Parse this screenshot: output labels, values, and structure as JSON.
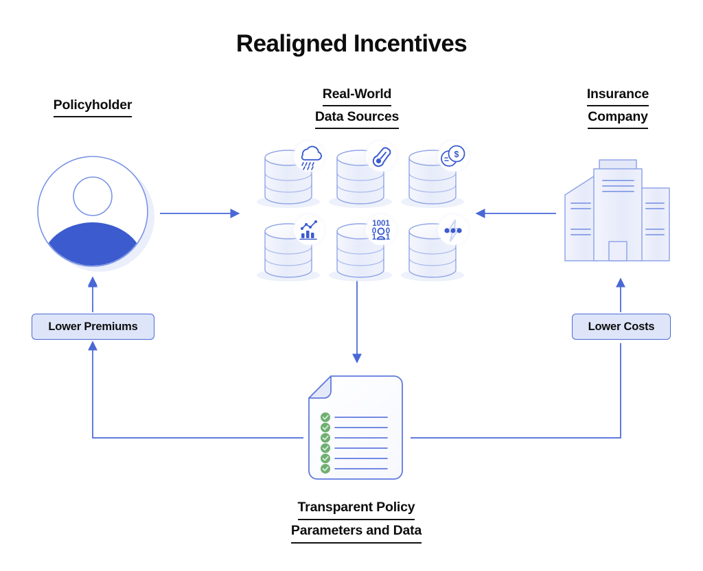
{
  "page": {
    "title": "Realigned Incentives",
    "background": "#ffffff"
  },
  "colors": {
    "accent_blue": "#3B5BCE",
    "line_blue": "#5f79de",
    "soft_blue": "#8fa4e8",
    "pale_fill": "#eef1fb",
    "pill_fill": "#DEE5F9",
    "pill_border": "#4a68d4",
    "check_green": "#6FAF72",
    "text_black": "#0d0d0d"
  },
  "headings": {
    "policyholder": {
      "line1": "Policyholder"
    },
    "data_sources": {
      "line1": "Real-World",
      "line2": "Data Sources"
    },
    "insurance": {
      "line1": "Insurance",
      "line2": "Company"
    }
  },
  "caption": {
    "line1": "Transparent Policy",
    "line2": "Parameters and Data"
  },
  "pills": {
    "lower_premiums": "Lower Premiums",
    "lower_costs": "Lower Costs"
  },
  "nodes": {
    "policyholder_icon": "person-avatar-icon",
    "insurance_icon": "office-building-icon",
    "document_icon": "policy-document-icon"
  },
  "data_sources": {
    "count": 6,
    "items": [
      {
        "id": "weather",
        "icon": "rain-cloud-icon",
        "row": 0,
        "col": 0
      },
      {
        "id": "temperature",
        "icon": "thermometer-icon",
        "row": 0,
        "col": 1
      },
      {
        "id": "financial",
        "icon": "dollar-coin-icon",
        "row": 0,
        "col": 2
      },
      {
        "id": "analytics",
        "icon": "chart-trend-icon",
        "row": 1,
        "col": 0
      },
      {
        "id": "demographics",
        "icon": "binary-person-icon",
        "row": 1,
        "col": 1
      },
      {
        "id": "events",
        "icon": "lightning-dots-icon",
        "row": 1,
        "col": 2
      }
    ]
  },
  "binary_icon_text": {
    "row1": "1001",
    "row2_left": "0",
    "row2_right": "0",
    "row3_left": "1",
    "row3_right": "1"
  },
  "document": {
    "checklist_rows": 6,
    "check_icon": "green-check-icon"
  },
  "connectors": [
    {
      "id": "policyholder-to-data",
      "from": "policyholder",
      "to": "data-sources",
      "direction": "right",
      "arrowhead": true
    },
    {
      "id": "insurance-to-data",
      "from": "insurance",
      "to": "data-sources",
      "direction": "left",
      "arrowhead": true
    },
    {
      "id": "data-to-document",
      "from": "data-sources",
      "to": "document",
      "direction": "down",
      "arrowhead": true
    },
    {
      "id": "document-to-lower-premiums",
      "from": "document",
      "to": "lower-premiums",
      "direction": "up",
      "arrowhead": true
    },
    {
      "id": "document-to-lower-costs",
      "from": "document",
      "to": "lower-costs",
      "direction": "up",
      "arrowhead": true
    }
  ]
}
